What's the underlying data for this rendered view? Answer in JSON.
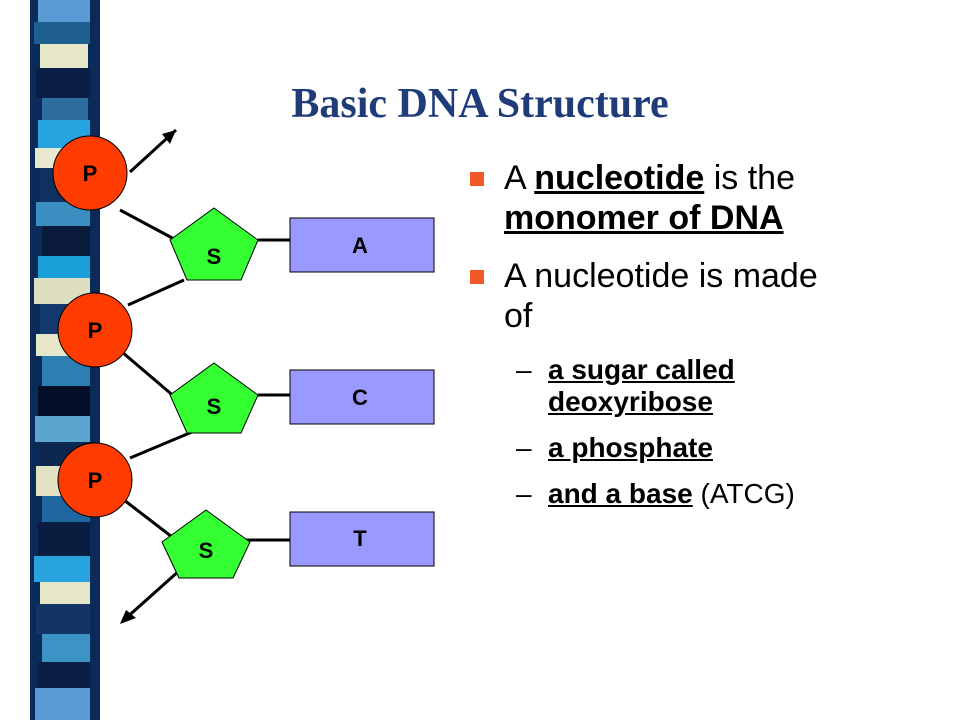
{
  "title": "Basic DNA Structure",
  "diagram": {
    "phosphate_label": "P",
    "sugar_label": "S",
    "bases": [
      "A",
      "C",
      "T"
    ],
    "colors": {
      "phosphate": "#ff3c00",
      "sugar": "#33ff33",
      "base": "#9999ff",
      "bullet": "#ef5a28",
      "title": "#1f3c78"
    }
  },
  "bullets": [
    {
      "parts": [
        {
          "text": "A ",
          "style": "plain"
        },
        {
          "text": "nucleotide",
          "style": "underline-bold"
        },
        {
          "text": " is the ",
          "style": "plain"
        },
        {
          "text": "monomer of DNA",
          "style": "underline-bold"
        }
      ]
    },
    {
      "text": "A nucleotide is made of"
    }
  ],
  "subbullets": [
    {
      "dash": "–",
      "underlined": "a sugar called deoxyribose",
      "rest": ""
    },
    {
      "dash": "–",
      "underlined": "a phosphate",
      "rest": ""
    },
    {
      "dash": "–",
      "underlined": "and a base",
      "rest": " (ATCG)"
    }
  ]
}
